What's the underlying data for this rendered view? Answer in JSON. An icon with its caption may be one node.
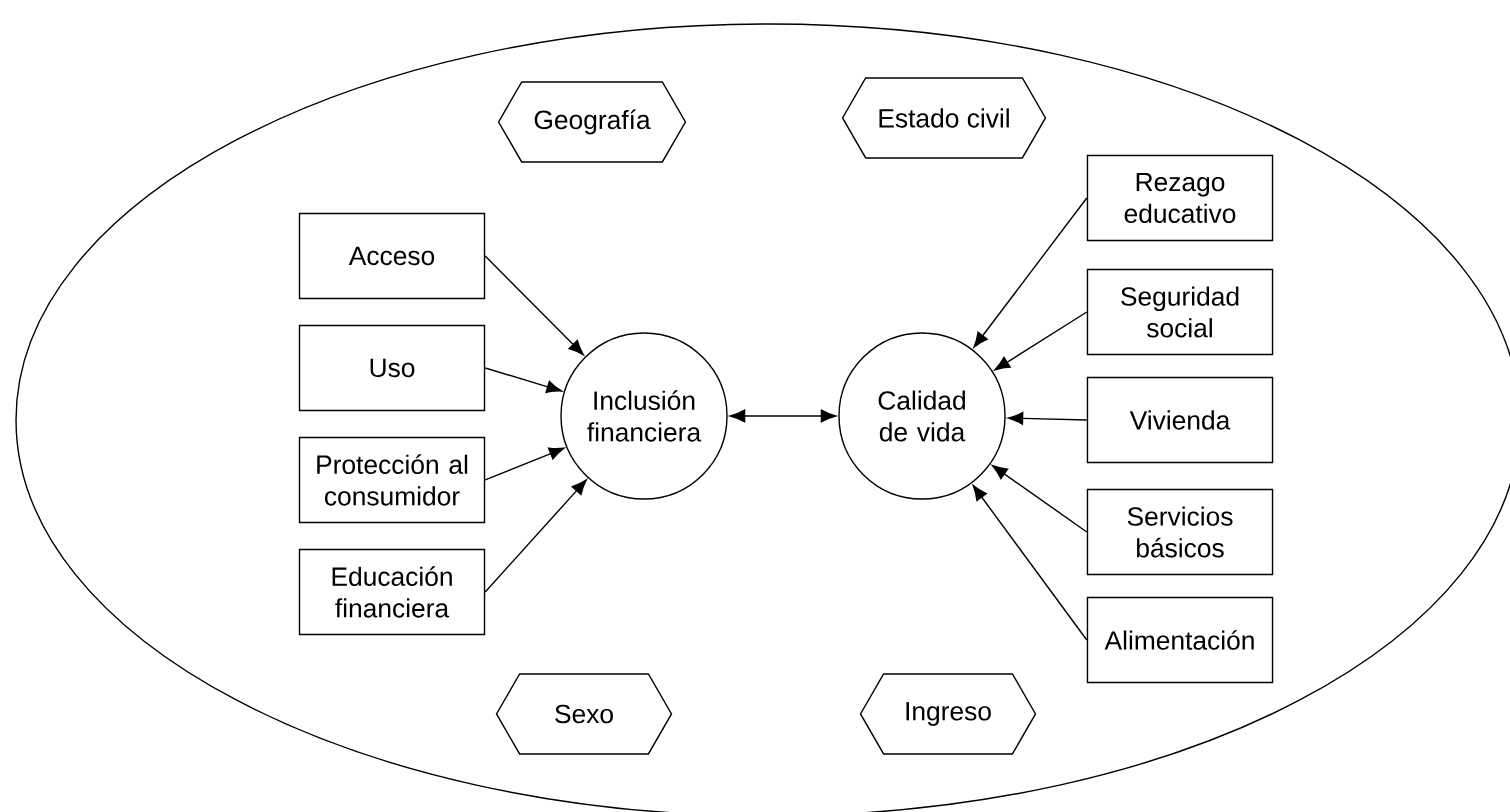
{
  "diagram": {
    "nodes": [
      {
        "text": [],
        "shape": "ellipse"
      },
      {
        "text": [
          "Geografía"
        ],
        "in": 0
      },
      {
        "text": [
          "Estado civil"
        ],
        "in": 0
      },
      {
        "text": [
          "Acceso"
        ],
        "in": 0
      },
      {
        "text": [
          "Uso"
        ],
        "in": 0
      },
      {
        "text": [
          "Protección al consumidor"
        ],
        "in": 0
      },
      {
        "text": [
          "Educación financiera"
        ],
        "in": 0
      },
      {
        "text": [
          "Inclusión financiera"
        ],
        "in": 0
      },
      {
        "text": [
          "Calidad de vida"
        ],
        "in": 0
      },
      {
        "text": [
          "Rezago educativo"
        ],
        "in": 0
      },
      {
        "text": [
          "Seguridad social"
        ],
        "in": 0
      },
      {
        "text": [
          "Vivienda"
        ],
        "in": 0
      },
      {
        "text": [
          "Servicios básicos"
        ],
        "in": 0
      },
      {
        "text": [
          "Alimentación"
        ],
        "in": 0
      },
      {
        "text": [
          "Sexo"
        ],
        "in": 0
      },
      {
        "text": [
          "Ingreso"
        ],
        "in": 0
      }
    ],
    "edges": [
      {
        "from": 3,
        "to": 7,
        "arrow": "to"
      },
      {
        "from": 4,
        "to": 7,
        "arrow": "to"
      },
      {
        "from": 5,
        "to": 7,
        "arrow": "to"
      },
      {
        "from": 6,
        "to": 7,
        "arrow": "to"
      },
      {
        "from": 7,
        "to": 8,
        "arrow": "both"
      },
      {
        "from": 9,
        "to": 8,
        "arrow": "to"
      },
      {
        "from": 10,
        "to": 8,
        "arrow": "to"
      },
      {
        "from": 11,
        "to": 8,
        "arrow": "to"
      },
      {
        "from": 12,
        "to": 8,
        "arrow": "to"
      },
      {
        "from": 13,
        "to": 8,
        "arrow": "to"
      }
    ]
  }
}
